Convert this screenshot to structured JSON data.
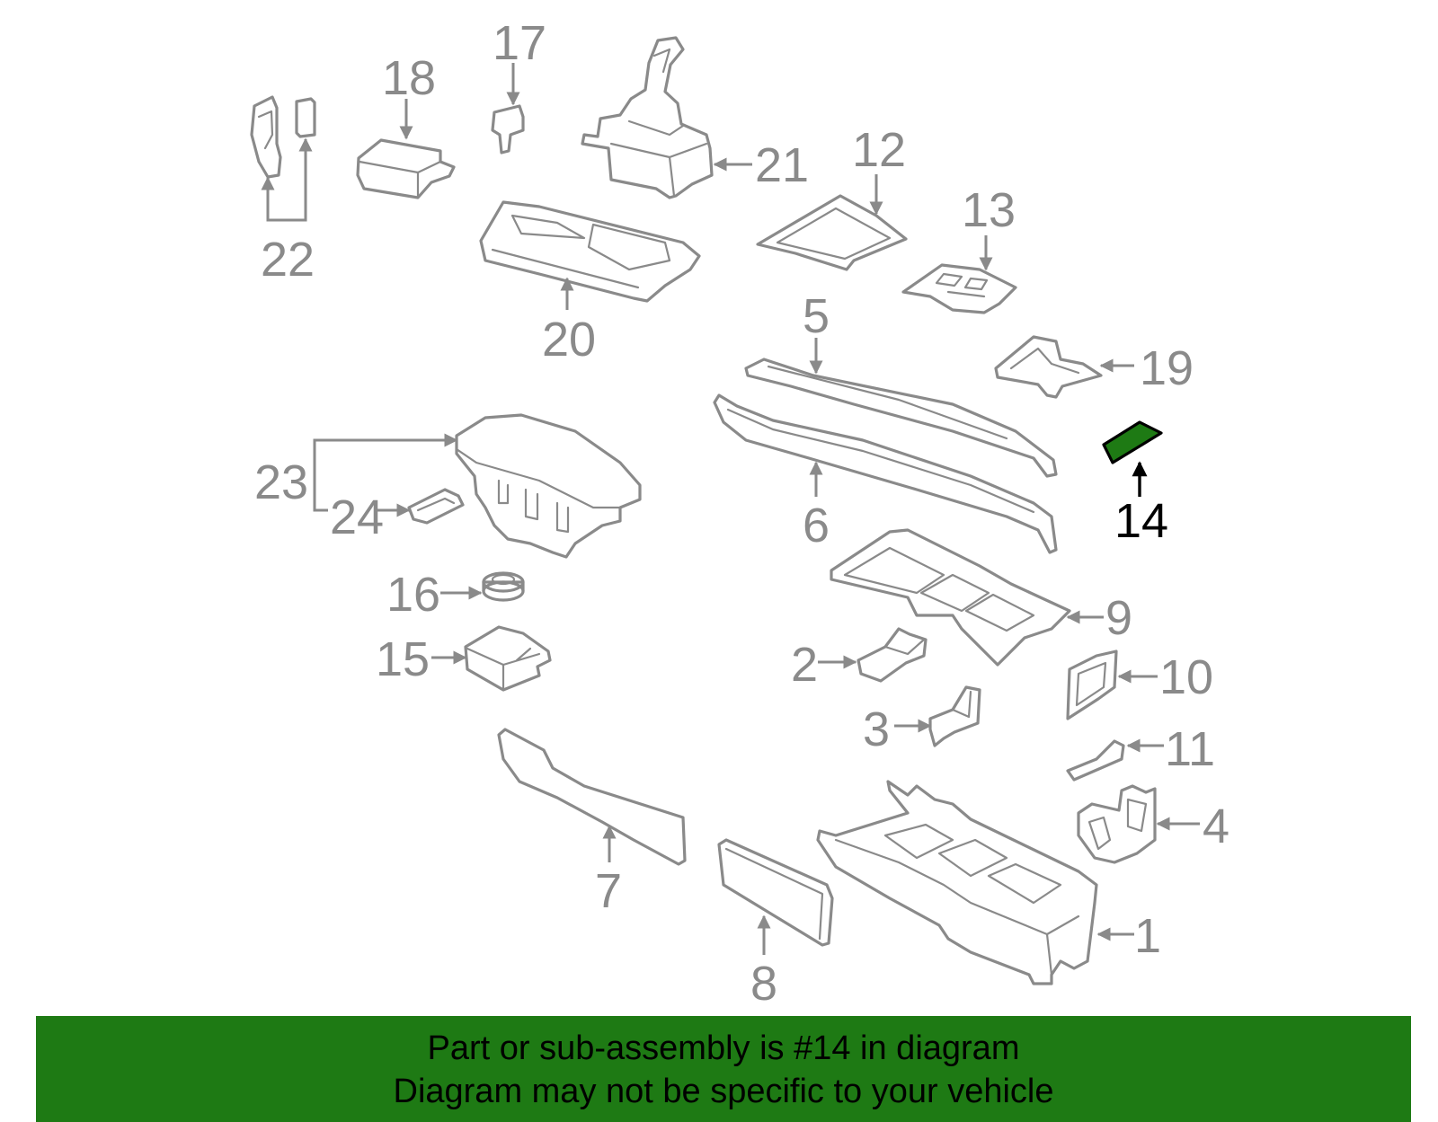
{
  "callouts": {
    "c1": "1",
    "c2": "2",
    "c3": "3",
    "c4": "4",
    "c5": "5",
    "c6": "6",
    "c7": "7",
    "c8": "8",
    "c9": "9",
    "c10": "10",
    "c11": "11",
    "c12": "12",
    "c13": "13",
    "c14": "14",
    "c15": "15",
    "c16": "16",
    "c17": "17",
    "c18": "18",
    "c19": "19",
    "c20": "20",
    "c21": "21",
    "c22": "22",
    "c23": "23",
    "c24": "24"
  },
  "highlighted_callout": "14",
  "colors": {
    "part_stroke": "#8a8a8a",
    "highlight_fill": "#1e7a14",
    "highlight_stroke": "#000000",
    "footer_background": "#1e7a14",
    "footer_text": "#000000"
  },
  "footer": {
    "line1": "Part or sub-assembly is #14 in diagram",
    "line2": "Diagram may not be specific to your vehicle"
  }
}
